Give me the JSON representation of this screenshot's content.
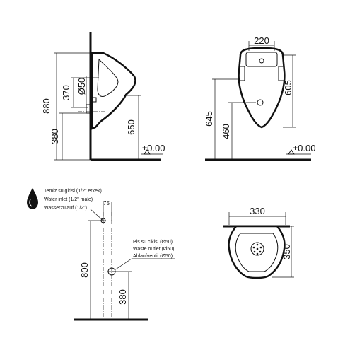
{
  "side_view": {
    "dim_total_height": "880",
    "dim_inlet_height": "370",
    "dim_outlet_diameter": "Ø50",
    "dim_outlet_height": "380",
    "dim_rim_height": "650",
    "floor_level": "±0.00"
  },
  "front_view": {
    "dim_top_width": "220",
    "dim_body_height": "605",
    "dim_rim_height": "645",
    "dim_outlet_height": "460",
    "floor_level": "±0.00"
  },
  "installation_view": {
    "inlet_offset": "75",
    "inlet_note": [
      "Temiz su girisi (1/2\" erkek)",
      "Water inlet (1/2\" male)",
      "Wasserzulauf (1/2\")"
    ],
    "outlet_note": [
      "Pis su cikisi (Ø50)",
      "Waste outlet (Ø50)",
      "Ablaufventil (Ø50)"
    ],
    "dim_inlet_height": "800",
    "dim_outlet_height": "380"
  },
  "top_view": {
    "dim_width": "330",
    "dim_depth": "350"
  },
  "colors": {
    "line": "#111111",
    "background": "#ffffff"
  }
}
